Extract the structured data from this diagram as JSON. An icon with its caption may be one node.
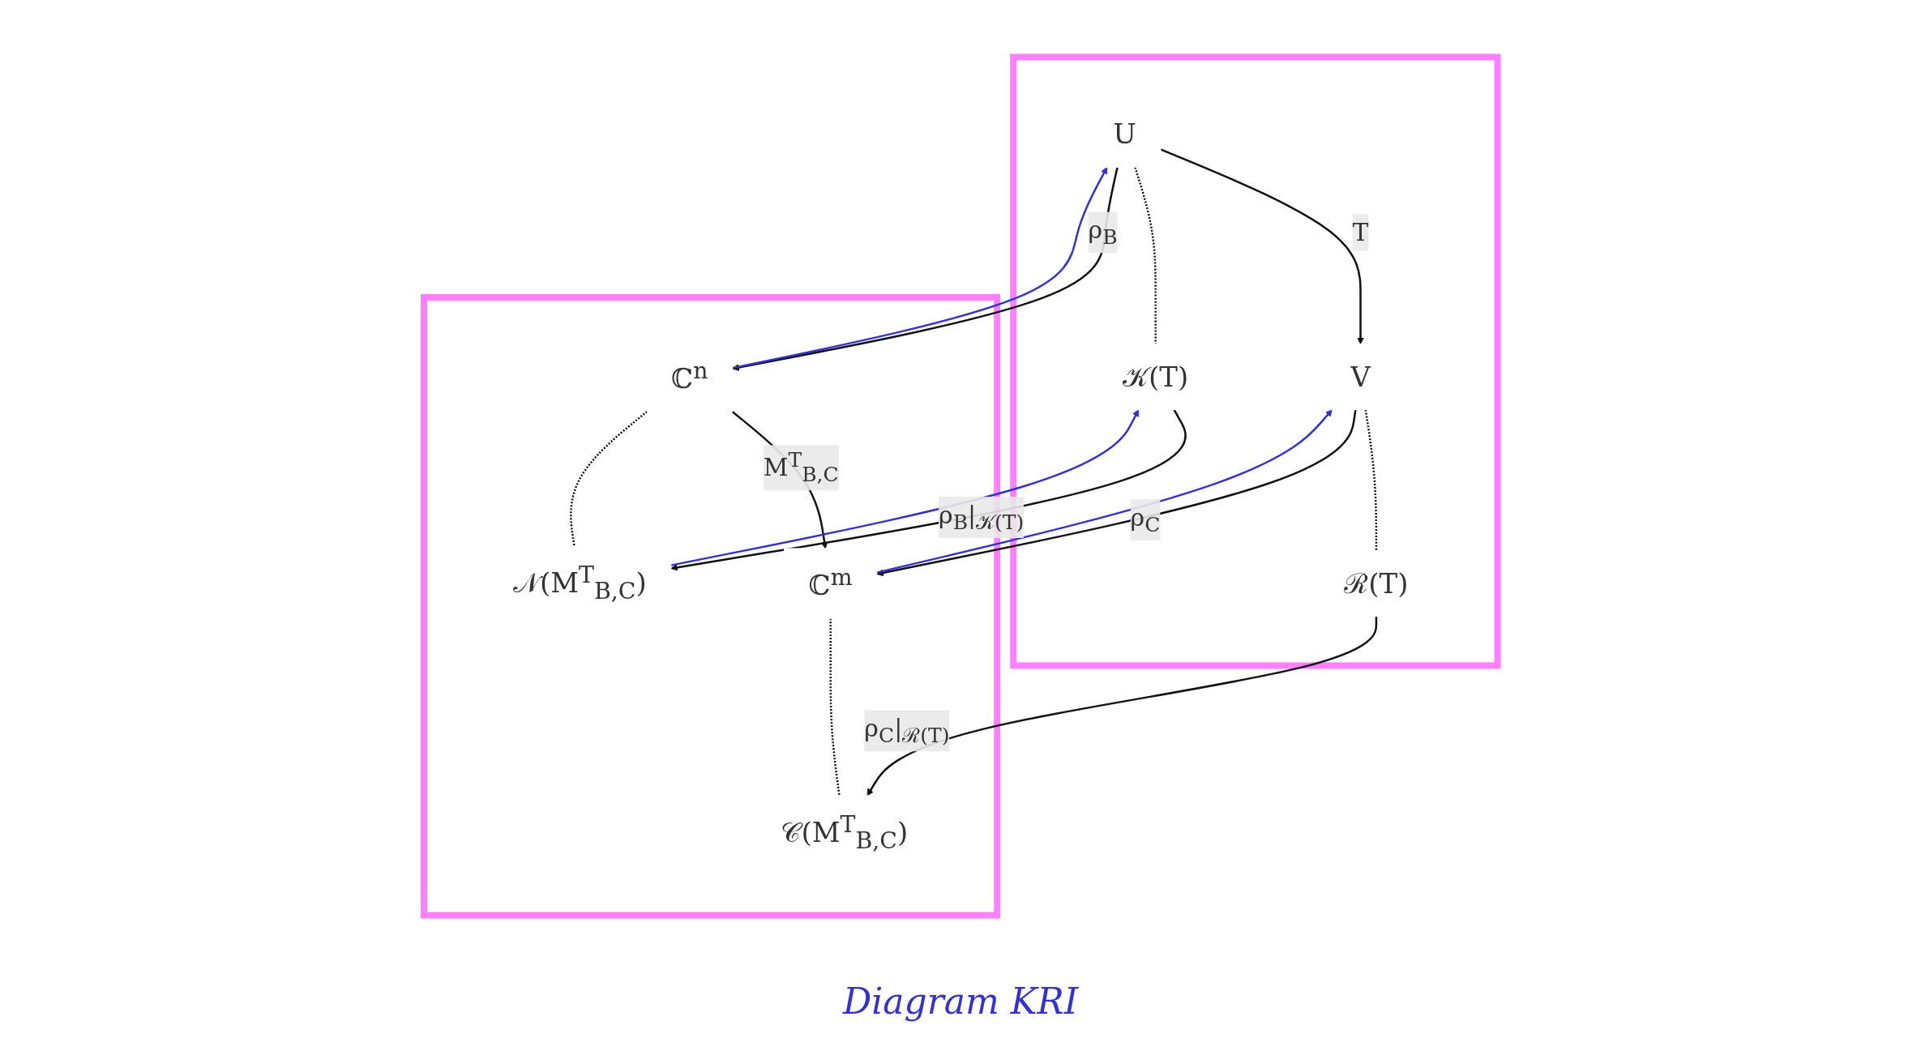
{
  "diagram": {
    "nodes": [
      {
        "text": [],
        "shape": "box"
      },
      {
        "text": [
          "U"
        ],
        "in": 0
      },
      {
        "text": [
          "V"
        ],
        "in": 0
      },
      {
        "text": [
          "𝒦(T)"
        ],
        "in": 0
      },
      {
        "text": [
          "ℛ(T)"
        ],
        "in": 0
      },
      {
        "text": [],
        "shape": "box"
      },
      {
        "text": [
          "ℂ$^{n}$"
        ],
        "in": 5
      },
      {
        "text": [
          "ℂ$^{m}$"
        ],
        "in": 5
      },
      {
        "text": [
          "𝒩(M$^{T}$$_{B,C}$)"
        ],
        "in": 5
      },
      {
        "text": [
          "𝒞(M$^{T}$$_{B,C}$)"
        ],
        "in": 5
      }
    ],
    "edges": [
      {
        "from": 1,
        "to": 2,
        "arrow": "to",
        "label": "T"
      },
      {
        "from": 1,
        "to": 6,
        "arrow": "to",
        "label": "ρ$_{B}$"
      },
      {
        "from": 2,
        "to": 7,
        "arrow": "to",
        "label": "ρ$_{C}$"
      },
      {
        "from": 6,
        "to": 7,
        "arrow": "to",
        "label": "M$^{T}$$_{B,C}$"
      },
      {
        "from": 3,
        "to": 8,
        "arrow": "to",
        "label": "ρ$_{B}$|$_{𝒦(T)}$"
      },
      {
        "from": 4,
        "to": 9,
        "arrow": "to",
        "label": "ρ$_{C}$|$_{ℛ(T)}$"
      },
      {
        "from": 1,
        "to": 3,
        "arrow": "none",
        "style": "dashed"
      },
      {
        "from": 2,
        "to": 4,
        "arrow": "none",
        "style": "dashed"
      },
      {
        "from": 6,
        "to": 8,
        "arrow": "none",
        "style": "dashed"
      },
      {
        "from": 7,
        "to": 9,
        "arrow": "none",
        "style": "dashed"
      },
      {
        "from": 6,
        "to": 1,
        "arrow": "to",
        "color": "#3333cc"
      },
      {
        "from": 7,
        "to": 2,
        "arrow": "to",
        "color": "#3333cc"
      },
      {
        "from": 8,
        "to": 3,
        "arrow": "to",
        "color": "#3333cc"
      }
    ],
    "labels": [
      "Diagram KRI"
    ]
  }
}
